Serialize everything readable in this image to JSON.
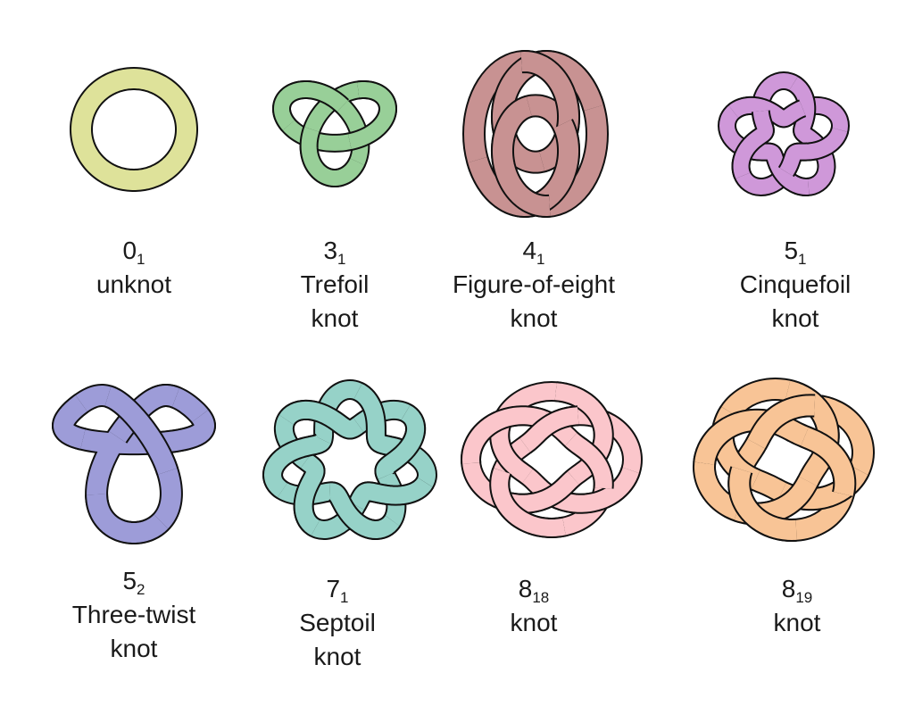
{
  "knots": [
    {
      "id": "unknot",
      "number": "0",
      "index": "1",
      "name_lines": [
        "unknot"
      ],
      "color": "#dee29a"
    },
    {
      "id": "trefoil",
      "number": "3",
      "index": "1",
      "name_lines": [
        "Trefoil",
        "knot"
      ],
      "color": "#98cf98"
    },
    {
      "id": "figure-eight",
      "number": "4",
      "index": "1",
      "name_lines": [
        "Figure-of-eight",
        "knot"
      ],
      "color": "#c89292"
    },
    {
      "id": "cinquefoil",
      "number": "5",
      "index": "1",
      "name_lines": [
        "Cinquefoil",
        "knot"
      ],
      "color": "#cf98d9"
    },
    {
      "id": "three-twist",
      "number": "5",
      "index": "2",
      "name_lines": [
        "Three-twist",
        "knot"
      ],
      "color": "#9d9cd8"
    },
    {
      "id": "septoil",
      "number": "7",
      "index": "1",
      "name_lines": [
        "Septoil",
        "knot"
      ],
      "color": "#96d2c8"
    },
    {
      "id": "knot-8-18",
      "number": "8",
      "index": "18",
      "name_lines": [
        "knot"
      ],
      "color": "#fbc6cb"
    },
    {
      "id": "knot-8-19",
      "number": "8",
      "index": "19",
      "name_lines": [
        "knot"
      ],
      "color": "#f8c496"
    }
  ]
}
